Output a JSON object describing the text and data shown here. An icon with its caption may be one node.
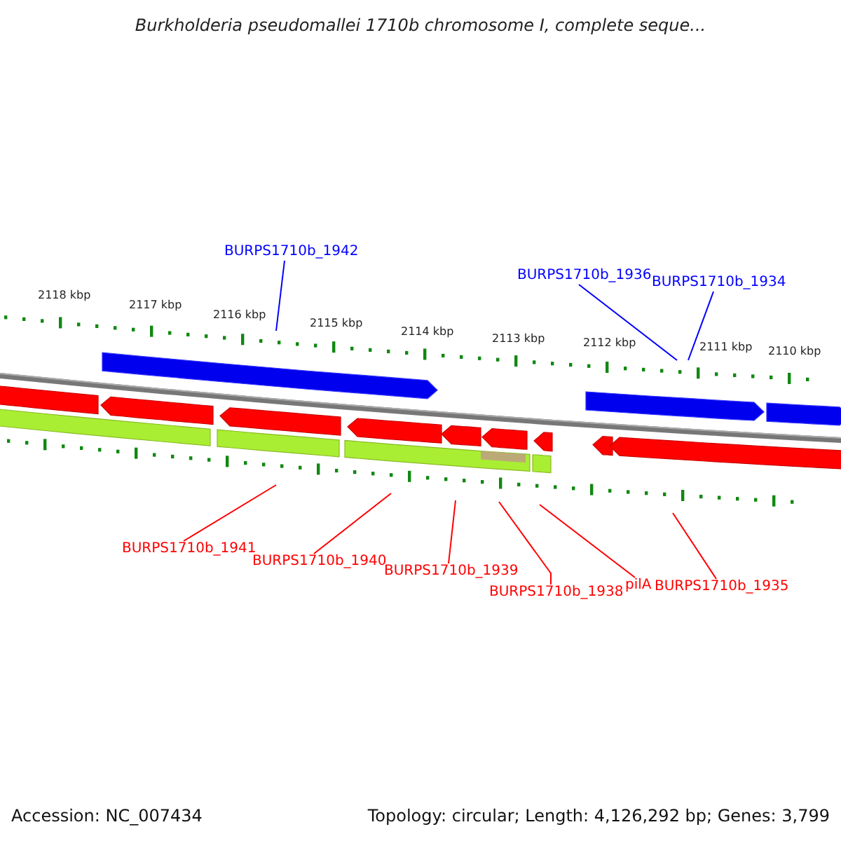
{
  "diagram": {
    "title": "Burkholderia pseudomallei 1710b chromosome I, complete seque...",
    "nodes": [
      {
        "text": [
          "BURPS1710b_1942"
        ]
      },
      {
        "text": [
          "BURPS1710b_1936"
        ]
      },
      {
        "text": [
          "BURPS1710b_1934"
        ]
      },
      {
        "text": [
          "BURPS1710b_1941"
        ]
      },
      {
        "text": [
          "BURPS1710b_1940"
        ]
      },
      {
        "text": [
          "BURPS1710b_1939"
        ]
      },
      {
        "text": [
          "BURPS1710b_1938"
        ]
      },
      {
        "text": [
          "pilA"
        ]
      },
      {
        "text": [
          "BURPS1710b_1935"
        ]
      }
    ],
    "edges": [
      {
        "from": 0,
        "to": null,
        "arrow": "none",
        "color": "#0000ff"
      },
      {
        "from": 1,
        "to": null,
        "arrow": "none",
        "color": "#0000ff"
      },
      {
        "from": 2,
        "to": null,
        "arrow": "none",
        "color": "#0000ff"
      },
      {
        "from": 3,
        "to": null,
        "arrow": "none"
      },
      {
        "from": 4,
        "to": null,
        "arrow": "none"
      },
      {
        "from": 5,
        "to": null,
        "arrow": "none"
      },
      {
        "from": 6,
        "to": null,
        "arrow": "none"
      },
      {
        "from": 7,
        "to": null,
        "arrow": "none"
      },
      {
        "from": 8,
        "to": null,
        "arrow": "none"
      }
    ],
    "labels": [
      "2118 kbp",
      "2117 kbp",
      "2116 kbp",
      "2115 kbp",
      "2114 kbp",
      "2113 kbp",
      "2112 kbp",
      "2111 kbp",
      "2110 kbp",
      "Accession: NC_007434",
      "Topology: circular; Length: 4,126,292 bp; Genes: 3,799"
    ]
  }
}
